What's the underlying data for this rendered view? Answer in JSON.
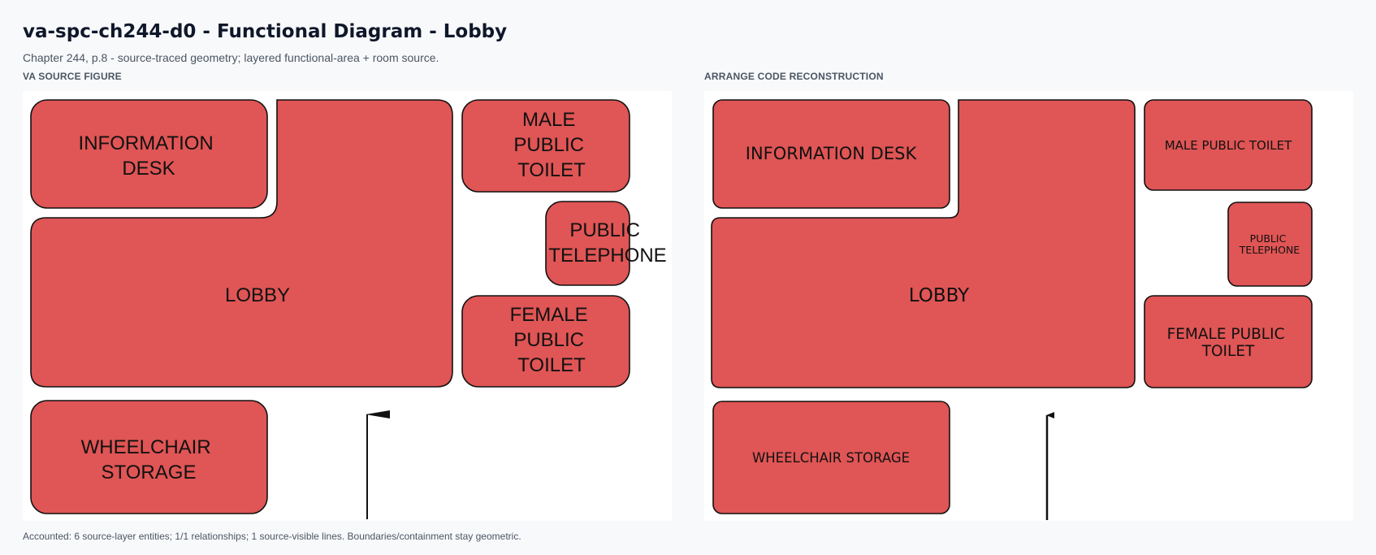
{
  "header": {
    "title": "va-spc-ch244-d0 - Functional Diagram - Lobby",
    "subtitle": "Chapter 244, p.8 - source-traced geometry; layered functional-area + room source."
  },
  "panels": {
    "source_label": "VA SOURCE FIGURE",
    "reconstruction_label": "ARRANGE CODE RECONSTRUCTION"
  },
  "rooms": {
    "information_desk": "INFORMATION DESK",
    "lobby": "LOBBY",
    "male_public_toilet": "MALE PUBLIC TOILET",
    "public_telephone": "PUBLIC TELEPHONE",
    "female_public_toilet": "FEMALE PUBLIC TOILET",
    "wheelchair_storage": "WHEELCHAIR STORAGE"
  },
  "source_lines": {
    "information_desk": [
      "INFORMATION",
      "DESK"
    ],
    "lobby": [
      "LOBBY"
    ],
    "male_public_toilet": [
      "MALE",
      "PUBLIC",
      "TOILET"
    ],
    "public_telephone": [
      "PUBLIC",
      "TELEPHONE"
    ],
    "female_public_toilet": [
      "FEMALE",
      "PUBLIC",
      "TOILET"
    ],
    "wheelchair_storage": [
      "WHEELCHAIR",
      "STORAGE"
    ]
  },
  "reconstruction_lines": {
    "public_telephone": [
      "PUBLIC",
      "TELEPHONE"
    ],
    "female_public_toilet": [
      "FEMALE PUBLIC",
      "TOILET"
    ]
  },
  "colors": {
    "room_fill": "#e05555",
    "room_stroke": "#111111",
    "panel_bg": "#ffffff",
    "page_bg": "#f8f9fb"
  },
  "footer": {
    "text": "Accounted: 6 source-layer entities; 1/1 relationships; 1 source-visible lines. Boundaries/containment stay geometric."
  }
}
